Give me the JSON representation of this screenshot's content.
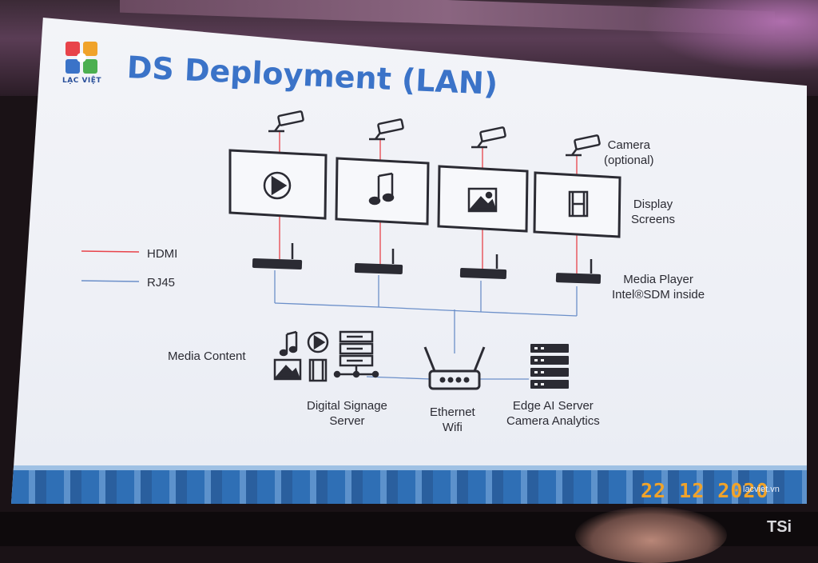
{
  "slide": {
    "title": "DS Deployment (LAN)",
    "logo_text": "LẠC VIỆT",
    "website": "lacviet.vn",
    "colors": {
      "title": "#3b73c8",
      "hdmi_line": "#e8434a",
      "rj45_line": "#6b8fc9",
      "icon_stroke": "#2b2b33",
      "footer_band": "#2f6fb5"
    }
  },
  "legend": {
    "hdmi": "HDMI",
    "rj45": "RJ45"
  },
  "labels": {
    "camera": "Camera\n(optional)",
    "display": "Display\nScreens",
    "media_player": "Media Player\nIntel®SDM inside",
    "media_content": "Media Content",
    "signage_server": "Digital Signage\nServer",
    "router": "Ethernet\nWifi",
    "edge_server": "Edge AI Server\nCamera Analytics"
  },
  "screens": [
    {
      "icon": "play-icon"
    },
    {
      "icon": "music-note-icon"
    },
    {
      "icon": "image-icon"
    },
    {
      "icon": "film-icon"
    }
  ],
  "overlay": {
    "date": "22 12 2020",
    "watermark": "TSi"
  }
}
